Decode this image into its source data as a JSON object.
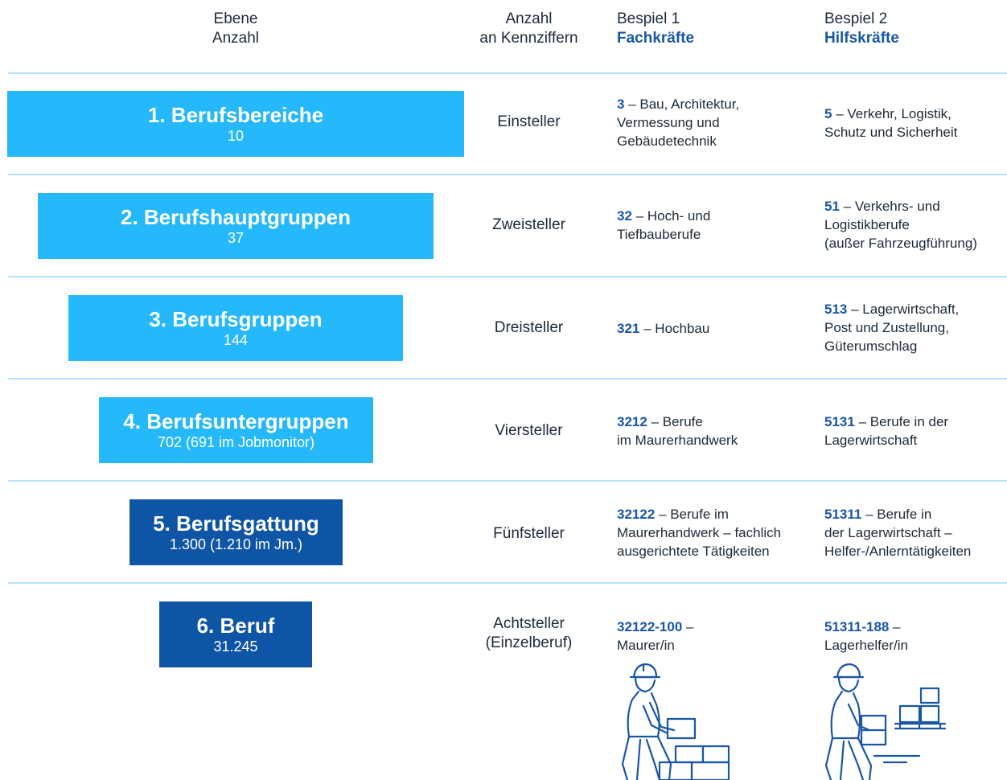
{
  "header": {
    "ebene": [
      "Ebene",
      "Anzahl"
    ],
    "kennziffern": [
      "Anzahl",
      "an Kennziffern"
    ],
    "bsp1": {
      "title": "Bespiel 1",
      "sub": "Fachkräfte"
    },
    "bsp2": {
      "title": "Bespiel 2",
      "sub": "Hilfskräfte"
    }
  },
  "levels": [
    {
      "title": "1. Berufsbereiche",
      "count": "10",
      "digits": [
        "Einsteller"
      ],
      "ex1": {
        "code": "3",
        "text": [
          "– Bau, Architektur,",
          "Vermessung und",
          "Gebäudetechnik"
        ]
      },
      "ex2": {
        "code": "5",
        "text": [
          "– Verkehr, Logistik,",
          "Schutz und Sicherheit"
        ]
      }
    },
    {
      "title": "2. Berufshauptgruppen",
      "count": "37",
      "digits": [
        "Zweisteller"
      ],
      "ex1": {
        "code": "32",
        "text": [
          "– Hoch- und",
          "Tiefbauberufe"
        ]
      },
      "ex2": {
        "code": "51",
        "text": [
          "– Verkehrs- und",
          "Logistikberufe",
          "(außer Fahrzeugführung)"
        ]
      }
    },
    {
      "title": "3. Berufsgruppen",
      "count": "144",
      "digits": [
        "Dreisteller"
      ],
      "ex1": {
        "code": "321",
        "text": [
          "– Hochbau"
        ]
      },
      "ex2": {
        "code": "513",
        "text": [
          "– Lagerwirtschaft,",
          "Post und Zustellung,",
          "Güterumschlag"
        ]
      }
    },
    {
      "title": "4. Berufsuntergruppen",
      "count": "702 (691 im Jobmonitor)",
      "digits": [
        "Viersteller"
      ],
      "ex1": {
        "code": "3212",
        "text": [
          "– Berufe",
          "im Maurerhandwerk"
        ]
      },
      "ex2": {
        "code": "5131",
        "text": [
          "– Berufe in der",
          "Lagerwirtschaft"
        ]
      }
    },
    {
      "title": "5. Berufsgattung",
      "count": "1.300 (1.210 im Jm.)",
      "digits": [
        "Fünfsteller"
      ],
      "ex1": {
        "code": "32122",
        "text": [
          "– Berufe im",
          "Maurerhandwerk – fachlich",
          "ausgerichtete Tätigkeiten"
        ]
      },
      "ex2": {
        "code": "51311",
        "text": [
          "– Berufe in",
          "der Lagerwirtschaft –",
          "Helfer-/Anlerntätigkeiten"
        ]
      }
    },
    {
      "title": "6. Beruf",
      "count": "31.245",
      "digits": [
        "Achtsteller",
        "(Einzelberuf)"
      ],
      "ex1": {
        "code": "32122-100",
        "text": [
          "–",
          "Maurer/in"
        ]
      },
      "ex2": {
        "code": "51311-188",
        "text": [
          "–",
          "Lagerhelfer/in"
        ]
      }
    }
  ],
  "colors": {
    "light_box": "#25b8fb",
    "dark_box": "#0f55a6",
    "code_text": "#1a56a6",
    "separator": "#b7e4fb",
    "illustration": "#1a56a6"
  },
  "icons": [
    "mason-worker-icon",
    "warehouse-helper-icon"
  ]
}
